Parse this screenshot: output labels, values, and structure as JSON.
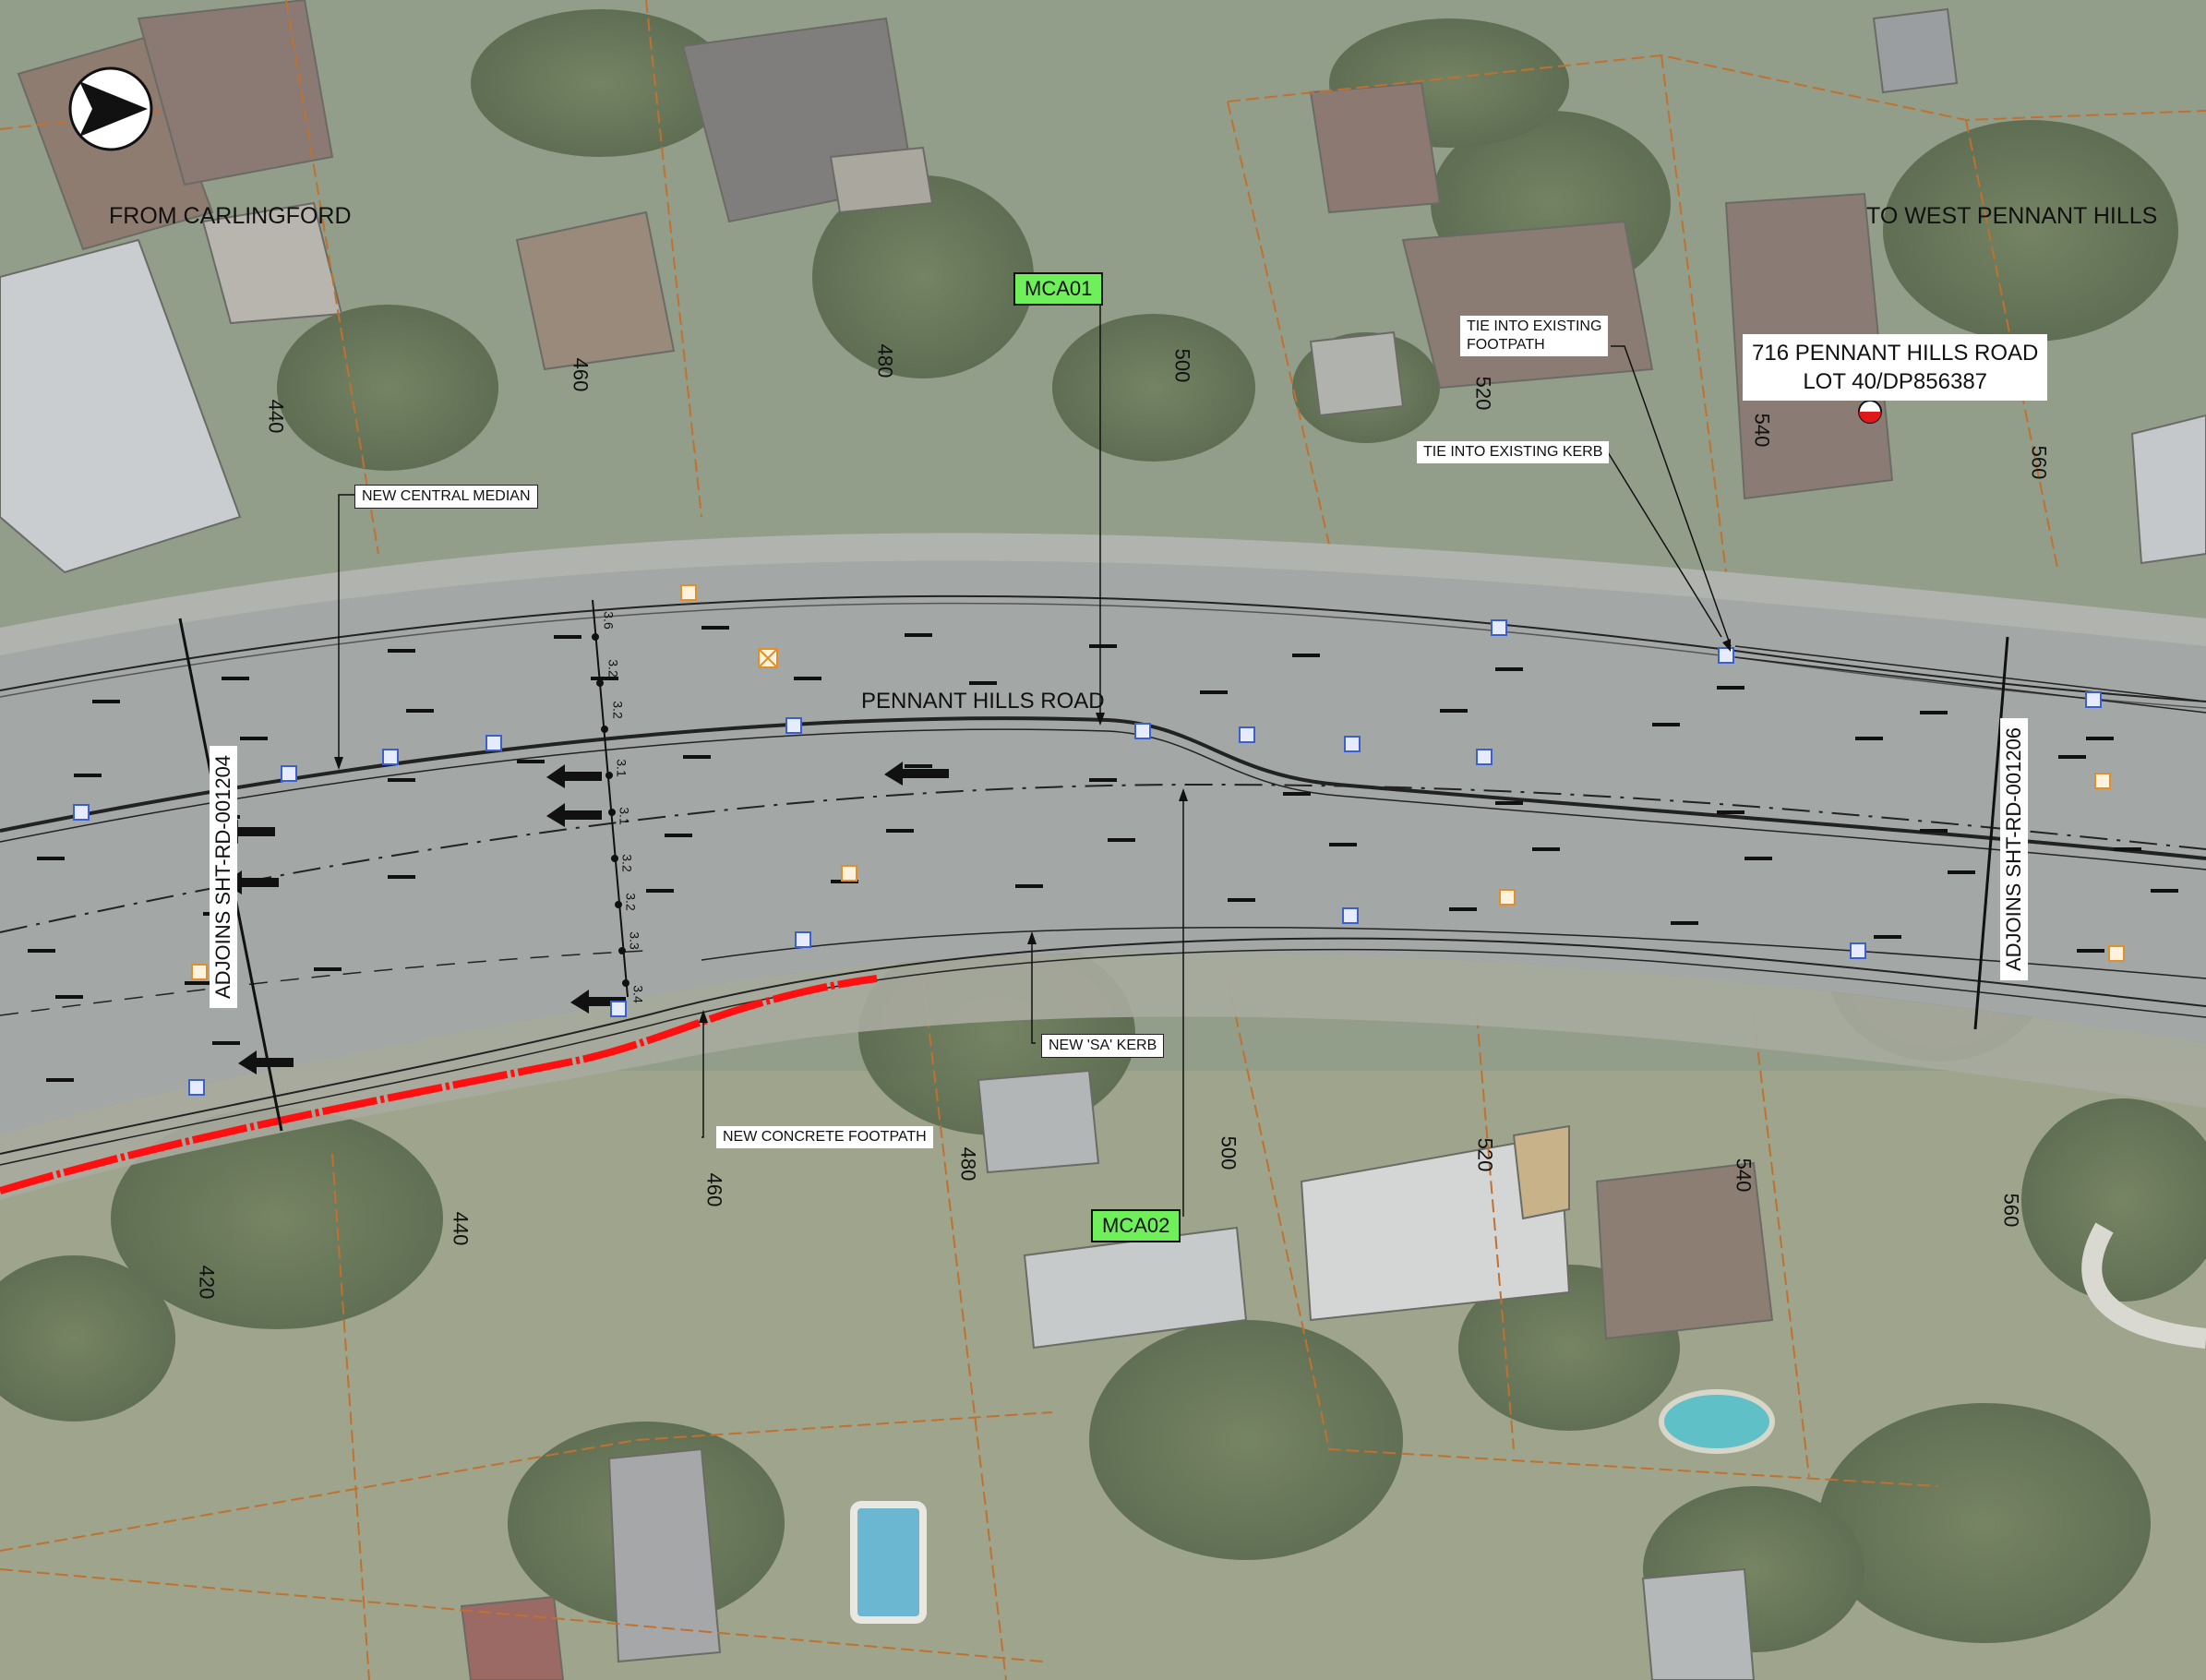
{
  "map": {
    "road_name": "PENNANT HILLS ROAD",
    "from_label": "FROM CARLINGFORD",
    "to_label": "TO WEST PENNANT HILLS",
    "north_label": "N",
    "property": {
      "line1": "716 PENNANT HILLS ROAD",
      "line2": "LOT 40/DP856387"
    },
    "markers": [
      "MCA01",
      "MCA02"
    ],
    "adjoins": [
      "ADJOINS SHT-RD-001204",
      "ADJOINS SHT-RD-001206"
    ],
    "callouts": {
      "central_median": "NEW CENTRAL MEDIAN",
      "footpath_tie_line1": "TIE INTO EXISTING",
      "footpath_tie_line2": "FOOTPATH",
      "kerb_tie": "TIE INTO EXISTING KERB",
      "sa_kerb": "NEW 'SA' KERB",
      "concrete_footpath": "NEW CONCRETE FOOTPATH"
    },
    "chainages_top": [
      "440",
      "460",
      "480",
      "500",
      "520",
      "540",
      "560"
    ],
    "chainages_bottom": [
      "420",
      "440",
      "460",
      "480",
      "500",
      "520",
      "540",
      "560"
    ],
    "lane_widths": [
      "3.6",
      "3.2",
      "3.2",
      "3.1",
      "3.1",
      "3.2",
      "3.2",
      "3.3",
      "3.4"
    ],
    "colors": {
      "road": "#a3a7a5",
      "footpath_new": "#ff1010",
      "marker_fill": "#6ff05a",
      "boundary": "#c0712f"
    }
  }
}
